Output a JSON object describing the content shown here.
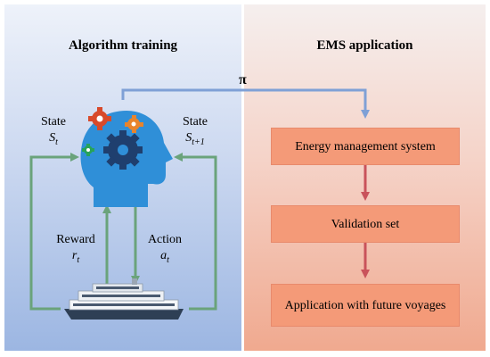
{
  "left_panel": {
    "title": "Algorithm training"
  },
  "right_panel": {
    "title": "EMS application"
  },
  "policy_label": "π",
  "state_left": {
    "label": "State",
    "symbol": "S",
    "subscript": "t"
  },
  "state_right": {
    "label": "State",
    "symbol": "S",
    "subscript": "t+1"
  },
  "reward": {
    "label": "Reward",
    "symbol": "r",
    "subscript": "t"
  },
  "action": {
    "label": "Action",
    "symbol": "a",
    "subscript": "t"
  },
  "boxes": {
    "ems": "Energy management system",
    "validation": "Validation set",
    "application": "Application with future voyages"
  },
  "colors": {
    "green_arrow": "#6aa37b",
    "blue_arrow": "#7fa0d6",
    "red_arrow": "#c9535b",
    "head": "#2f8fd8",
    "gear_dark": "#1f3f6e",
    "gear_red": "#d84a2b",
    "gear_orange": "#e8842c",
    "gear_green": "#27a35a"
  },
  "icons": [
    "head-icon",
    "gear-icon",
    "ship-icon"
  ]
}
